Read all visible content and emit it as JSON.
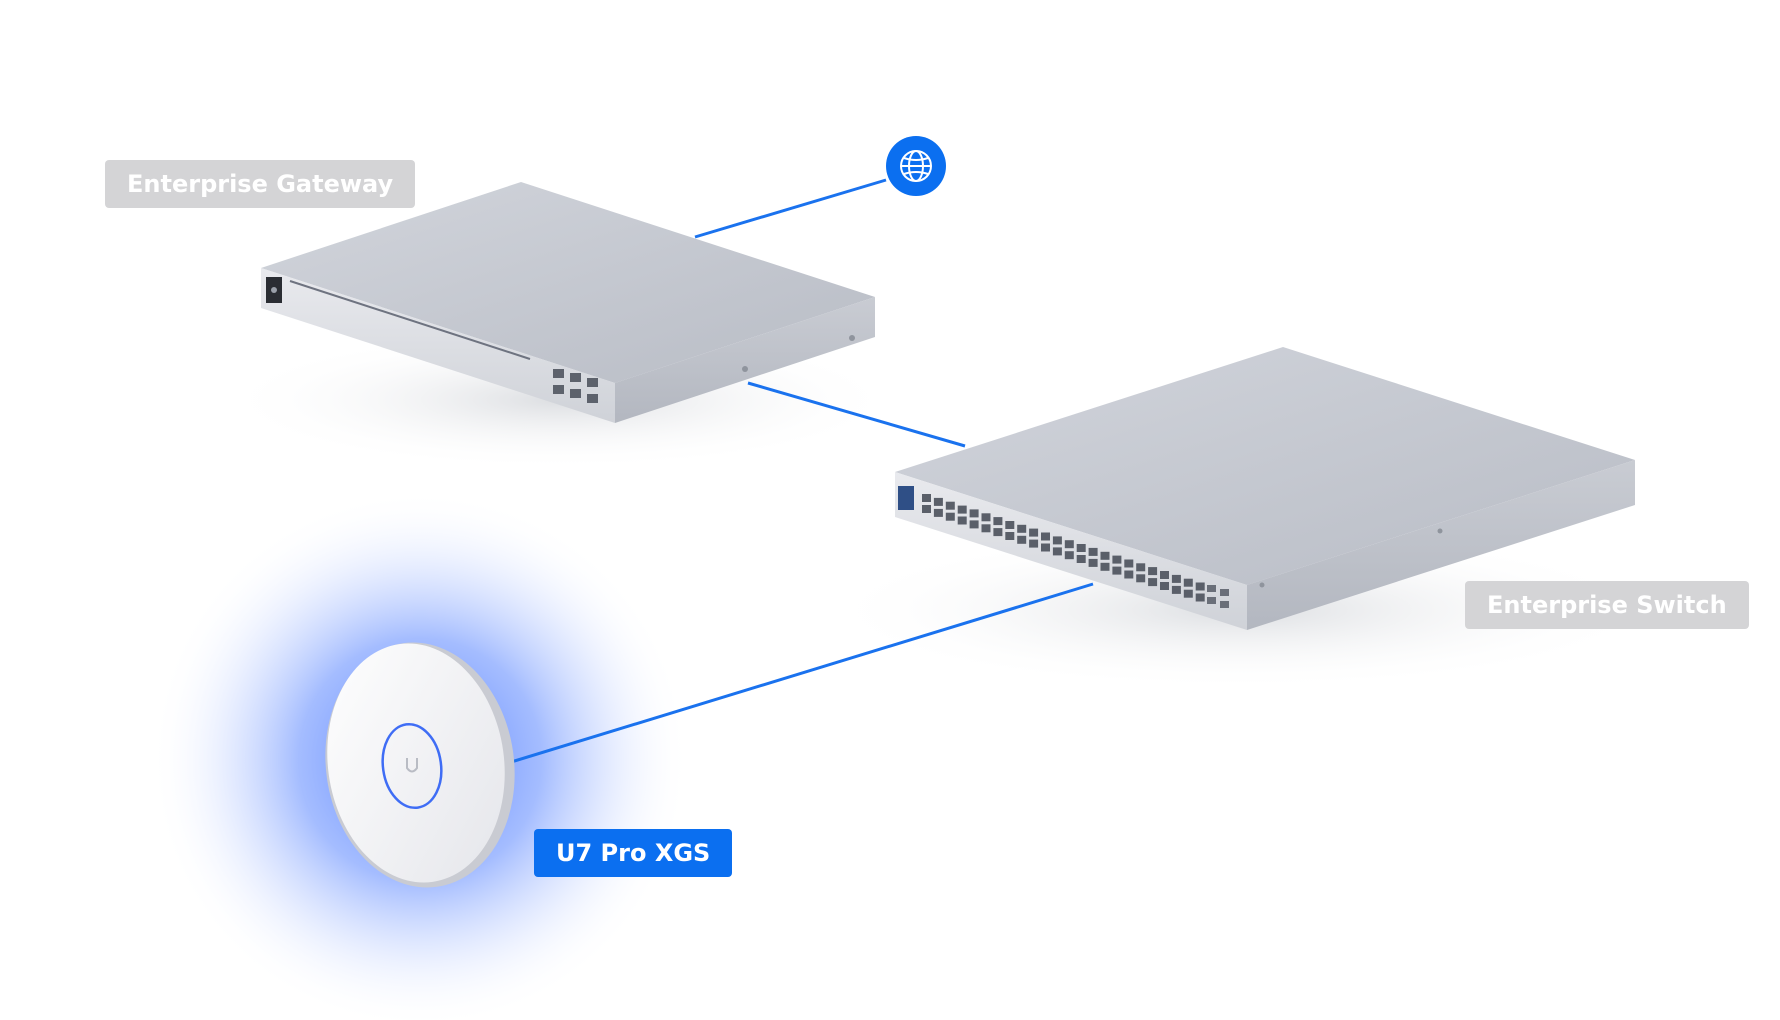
{
  "labels": {
    "gateway": "Enterprise Gateway",
    "switch": "Enterprise Switch",
    "access_point": "U7 Pro XGS"
  },
  "icons": {
    "internet": "globe-icon"
  },
  "colors": {
    "accent": "#0b6ff0",
    "link_line": "#1a72ee",
    "label_gray": "#d4d4d6",
    "device_silver": "#c4c8d0",
    "ap_glow": "#4f7dff"
  }
}
